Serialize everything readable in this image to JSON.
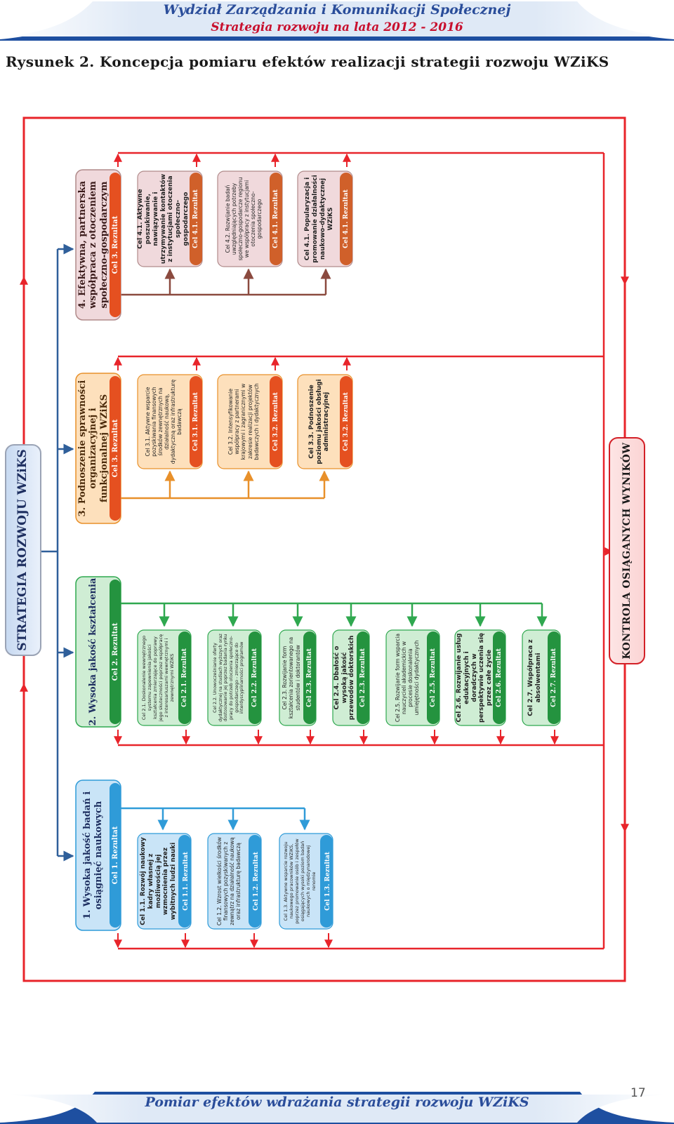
{
  "header": {
    "title": "Wydział Zarządzania i Komunikacji Społecznej",
    "subtitle": "Strategia rozwoju na lata 2012 - 2016"
  },
  "figure": {
    "caption": "Rysunek 2. Koncepcja pomiaru efektów realizacji strategii rozwoju WZiKS"
  },
  "diagram": {
    "strategy_label": "STRATEGIA ROZWOJU WZiKS",
    "control_label": "KONTROLA OSIĄGANYCH WYNIKÓW",
    "colors": {
      "frame": "#e8242a",
      "blue": "#2f78c5",
      "green": "#2fa84f",
      "orange": "#e8902a",
      "brown": "#8b4a3f"
    },
    "goals": [
      {
        "title": "1. Wysoka jakość badań i osiągnięć naukowych",
        "result": "Cel 1. Rezultat",
        "subgoals": [
          {
            "text": "Cel 1.1. Rozwój naukowy kadry własnej z możliwością jej wzmocnienia przez wybitnych ludzi nauki",
            "result": "Cel 1.1. Rezultat"
          },
          {
            "text": "Cel 1.2. Wzrost wielkości środków finansowych pozyskiwanych z zewnątrz na działalność naukową oraz infrastrukturę badawczą",
            "result": "Cel 1.2. Rezultat"
          },
          {
            "text": "Cel 1.3. Aktywne wsparcie rozwoju naukowego pracowników WZiKS, poprzez promowanie osób i zespołów osiągających wysoki poziom badań naukowych o międzynarodowej renomie",
            "result": "Cel 1.3. Rezultat"
          }
        ]
      },
      {
        "title": "2. Wysoka jakość kształcenia",
        "result": "Cel 2. Rezultat",
        "subgoals": [
          {
            "text": "Cel 2.1. Doskonalenie wewnętrznego systemu zapewnienia jakości kształcenia zmierzające do poprawy jego skuteczności poprzez współpracę z interesariuszami wewnętrznymi i zewnętrznymi WZiKS",
            "result": "Cel 2.1. Rezultat"
          },
          {
            "text": "Cel 2.2. Unowocześnianie oferty dydaktycznej na studiach wyższych oraz dostosowanie jej poprzez badania rynku pracy do potrzeb otoczenia społeczno-gospodarczego - zmierzające do interdyscyplinarności programów",
            "result": "Cel 2.2. Rezultat"
          },
          {
            "text": "Cel 2.3. Rozwijanie form kształcenia zorientowanego na studentów i doktorantów",
            "result": "Cel 2.3. Rezultat"
          },
          {
            "text": "Cel 2.4. Dbałość o wysoką jakość przewodów doktorskich",
            "result": "Cel 2.3. Rezultat"
          },
          {
            "text": "Cel 2.5. Rozwijanie form wsparcia nauczycieli akademickich w procesie doskonalenia umiejętności dydaktycznych",
            "result": "Cel 2.5. Rezultat"
          },
          {
            "text": "Cel 2.6. Rozwijanie usług edukacyjnych i doradczych w perspektywie uczenia się przez całe życie",
            "result": "Cel 2.6. Rezultat"
          },
          {
            "text": "Cel 2.7. Współpraca z absolwentami",
            "result": "Cel 2.7. Rezultat"
          }
        ]
      },
      {
        "title": "3. Podnoszenie sprawności organizacyjnej i funkcjonalnej WZiKS",
        "result": "Cel 3. Rezultat",
        "subgoals": [
          {
            "text": "Cel 3.1. Aktywne wsparcie pozyskiwania finansowych środków zewnętrznych na działalność naukową, dydaktyczną oraz infrastrukturę badawczą",
            "result": "Cel 3.1. Rezultat"
          },
          {
            "text": "Cel 3.2. Intensyfikowanie współpracy z partnerami krajowymi i zagranicznymi w zakresie realizacji projektów badawczych i dydaktycznych",
            "result": "Cel 3.2. Rezultat"
          },
          {
            "text": "Cel 3.3. Podnoszenie poziomu jakości obsługi administracyjnej",
            "result": "Cel 3.2. Rezultat"
          }
        ]
      },
      {
        "title": "4. Efektywna, partnerska współpraca z otoczeniem społeczno-gospodarczym",
        "result": "Cel 3. Rezultat",
        "subgoals": [
          {
            "text": "Cel 4.1. Aktywne poszukiwanie, nawiązywanie i utrzymywanie kontaktów z instytucjami otoczenia społeczno-gospodarczego",
            "result": "Cel 4.1. Rezultat"
          },
          {
            "text": "Cel 4.2. Rozwijanie badań uwzględniających potrzeby społeczno-gospodarcze regionu we współpracy z instytucjami otoczenia społeczno-gospodarczego",
            "result": "Cel 4.1. Rezultat"
          },
          {
            "text": "Cel 4.1. Popularyzacja i promowanie działalności naukowo-dydaktycznej WZiKS",
            "result": "Cel 4.1. Rezultat"
          }
        ]
      }
    ]
  },
  "footer": {
    "text": "Pomiar efektów wdrażania strategii rozwoju WZiKS",
    "page_number": "17"
  }
}
